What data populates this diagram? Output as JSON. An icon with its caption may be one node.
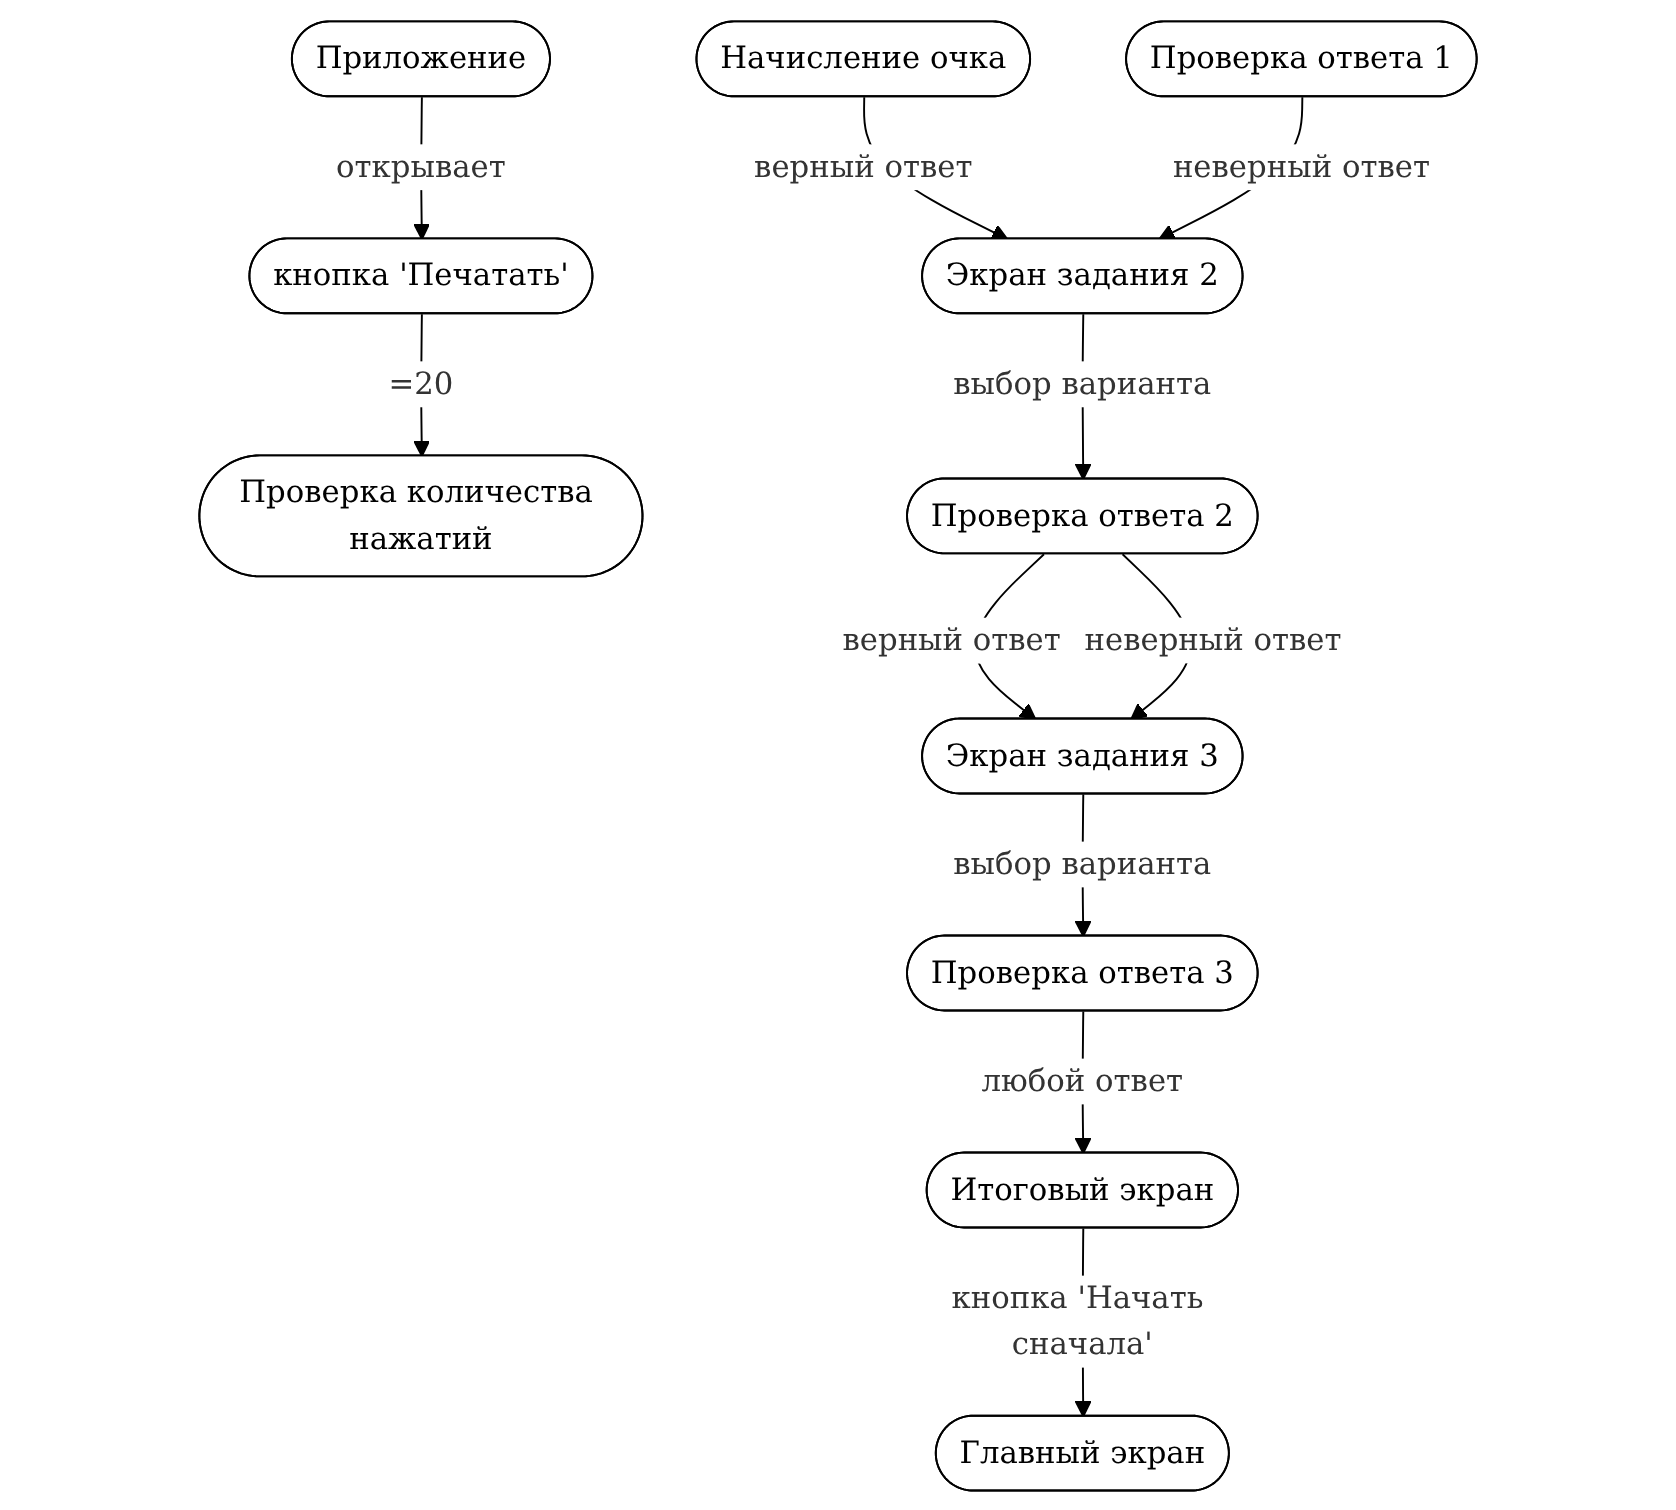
{
  "diagram": {
    "nodes": [
      {
        "text": [
          "Приложение"
        ]
      },
      {
        "text": [
          "кнопка 'Печатать'"
        ]
      },
      {
        "text": [
          "Проверка количества нажатий"
        ]
      },
      {
        "text": [
          "Начисление очка"
        ]
      },
      {
        "text": [
          "Проверка ответа 1"
        ]
      },
      {
        "text": [
          "Экран задания 2"
        ]
      },
      {
        "text": [
          "Проверка ответа 2"
        ]
      },
      {
        "text": [
          "Экран задания 3"
        ]
      },
      {
        "text": [
          "Проверка ответа 3"
        ]
      },
      {
        "text": [
          "Итоговый экран"
        ]
      },
      {
        "text": [
          "Главный экран"
        ]
      }
    ],
    "edges": [
      {
        "from": 0,
        "to": 1,
        "arrow": "to",
        "label": "открывает"
      },
      {
        "from": 1,
        "to": 2,
        "arrow": "to",
        "label": "=20"
      },
      {
        "from": 3,
        "to": 5,
        "arrow": "to",
        "label": "верный ответ"
      },
      {
        "from": 4,
        "to": 5,
        "arrow": "to",
        "label": "неверный ответ"
      },
      {
        "from": 5,
        "to": 6,
        "arrow": "to",
        "label": "выбор варианта"
      },
      {
        "from": 6,
        "to": 7,
        "arrow": "to",
        "label": "верный ответ"
      },
      {
        "from": 6,
        "to": 7,
        "arrow": "to",
        "label": "неверный ответ"
      },
      {
        "from": 7,
        "to": 8,
        "arrow": "to",
        "label": "выбор варианта"
      },
      {
        "from": 8,
        "to": 9,
        "arrow": "to",
        "label": "любой ответ"
      },
      {
        "from": 9,
        "to": 10,
        "arrow": "to",
        "label": "кнопка 'Начать сначала'"
      }
    ]
  }
}
